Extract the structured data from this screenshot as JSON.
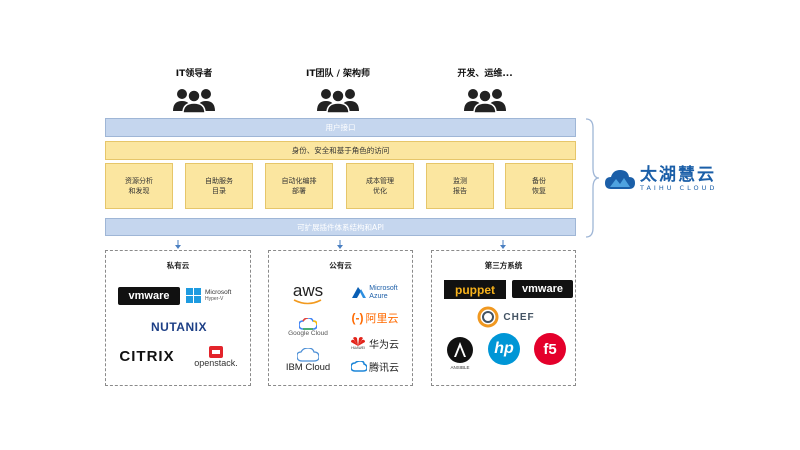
{
  "roles": [
    "IT领导者",
    "IT团队 / 架构师",
    "开发、运维..."
  ],
  "layers": {
    "user_interface": "用户接口",
    "identity": "身份、安全和基于角色的访问",
    "api": "可扩展插件体系结构和API"
  },
  "modules": [
    "资源分析\n和发现",
    "自助服务\n目录",
    "自动化编排\n部署",
    "成本管理\n优化",
    "监测\n报告",
    "备份\n恢复"
  ],
  "brand": {
    "name_cn": "太湖慧云",
    "name_en": "TAIHU CLOUD",
    "color": "#1b5fa8"
  },
  "panels": {
    "private": {
      "title": "私有云",
      "logos": {
        "vmware": "vmware",
        "ms_line1": "Microsoft",
        "ms_line2": "Hyper-V",
        "nutanix": "NUTANIX",
        "citrix": "CITRIX",
        "openstack": "openstack."
      }
    },
    "public": {
      "title": "公有云",
      "logos": {
        "aws": "aws",
        "azure1": "Microsoft",
        "azure2": "Azure",
        "google": "Google Cloud",
        "aliyun": "阿里云",
        "huawei": "华为云",
        "huawei_small": "HUAWEI",
        "ibm": "IBM Cloud",
        "tencent": "腾讯云"
      }
    },
    "thirdparty": {
      "title": "第三方系统",
      "logos": {
        "puppet": "puppet",
        "vmware": "vmware",
        "chef": "CHEF",
        "ansible": "ANSIBLE",
        "hp": "hp",
        "f5": "f5"
      }
    }
  },
  "colors": {
    "blue_bar": "#c5d6ee",
    "yellow_bar": "#fbe6a0",
    "brand": "#1b5fa8"
  }
}
